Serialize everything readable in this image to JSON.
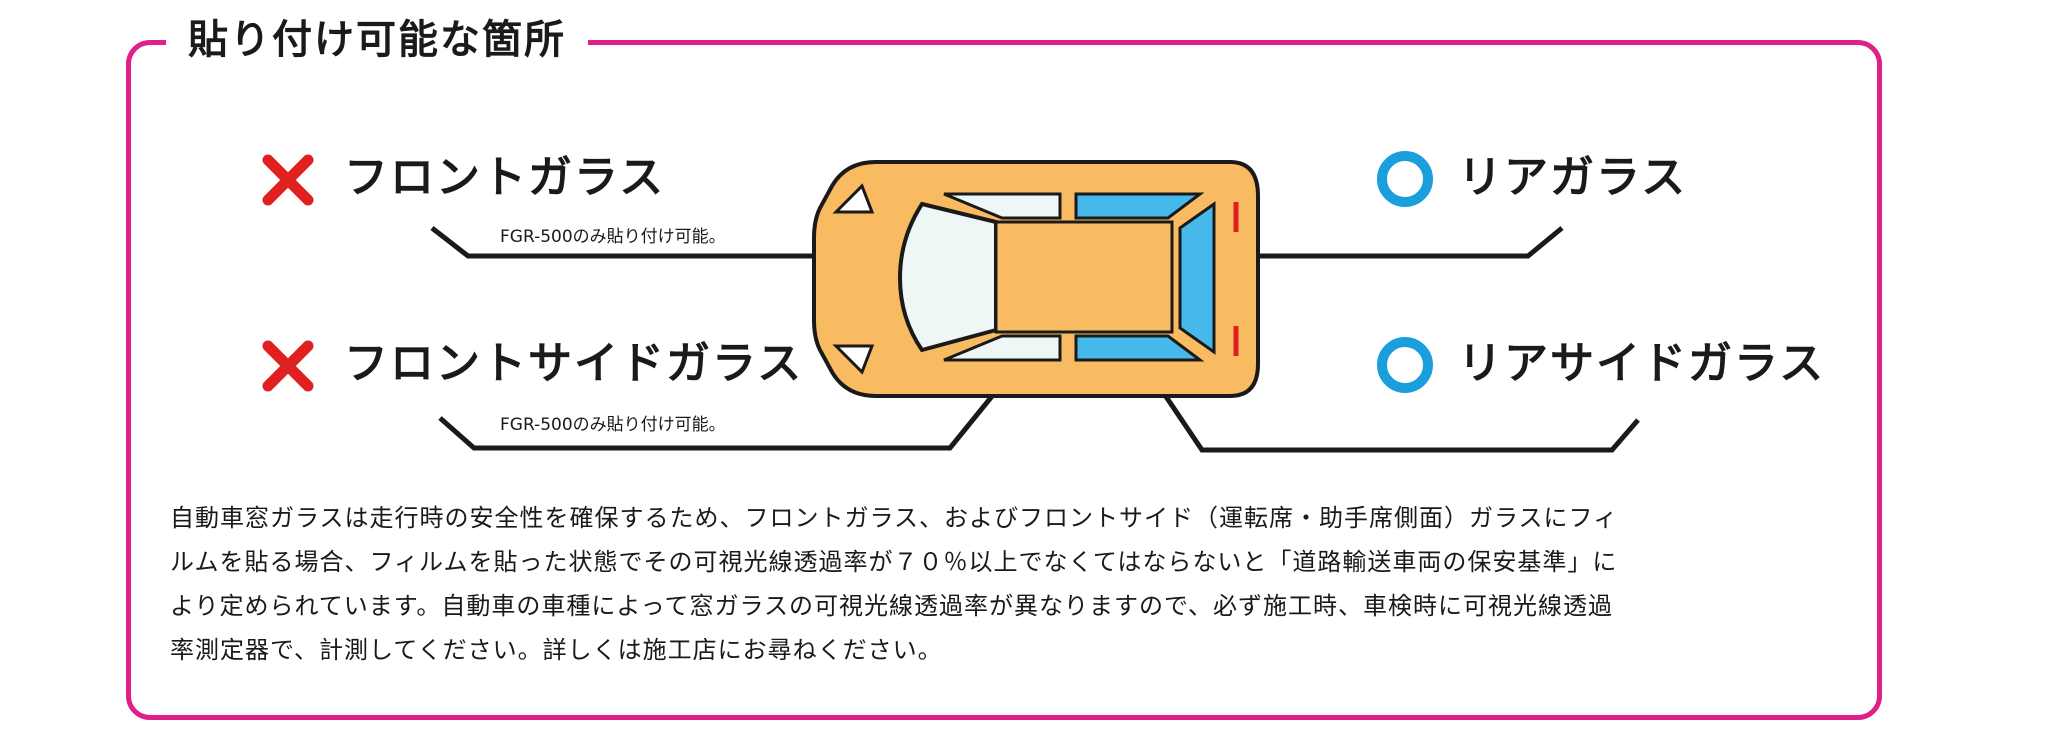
{
  "title": "貼り付け可能な箇所",
  "labels": {
    "front_glass": "フロントガラス",
    "front_side_glass": "フロントサイドガラス",
    "rear_glass": "リアガラス",
    "rear_side_glass": "リアサイドガラス"
  },
  "notes": {
    "front_glass_note": "FGR-500のみ貼り付け可能。",
    "front_side_glass_note": "FGR-500のみ貼り付け可能。"
  },
  "marks": {
    "front_glass": "x-mark-icon",
    "front_side_glass": "x-mark-icon",
    "rear_glass": "circle-mark-icon",
    "rear_side_glass": "circle-mark-icon"
  },
  "colors": {
    "frame": "#e0208a",
    "x_mark": "#e02020",
    "circle_mark": "#1a9fdc",
    "car_body": "#f9bb62",
    "rear_window": "#46b8ea",
    "front_window": "#eef6f6"
  },
  "description": [
    "自動車窓ガラスは走行時の安全性を確保するため、フロントガラス、およびフロントサイド（運転席・助手席側面）ガラスにフィ",
    "ルムを貼る場合、フィルムを貼った状態でその可視光線透過率が７０％以上でなくてはならないと「道路輸送車両の保安基準」に",
    "より定められています。自動車の車種によって窓ガラスの可視光線透過率が異なりますので、必ず施工時、車検時に可視光線透過",
    "率測定器で、計測してください。詳しくは施工店にお尋ねください。"
  ]
}
